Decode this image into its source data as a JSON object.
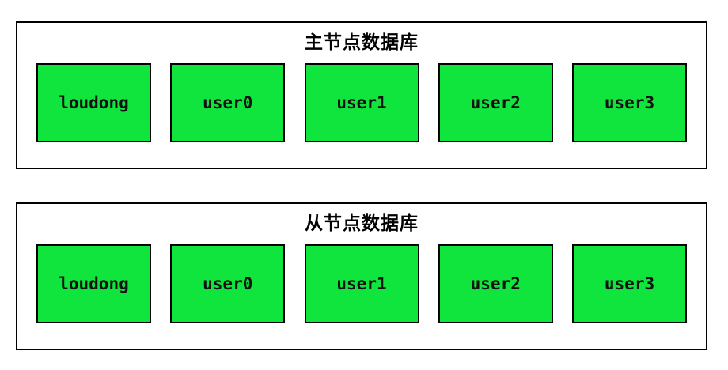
{
  "diagram": {
    "background_color": "#ffffff",
    "box_fill_color": "#0FE53C",
    "box_border_color": "#000000",
    "groups": [
      {
        "title": "主节点数据库",
        "boxes": [
          "loudong",
          "user0",
          "user1",
          "user2",
          "user3"
        ]
      },
      {
        "title": "从节点数据库",
        "boxes": [
          "loudong",
          "user0",
          "user1",
          "user2",
          "user3"
        ]
      }
    ]
  }
}
